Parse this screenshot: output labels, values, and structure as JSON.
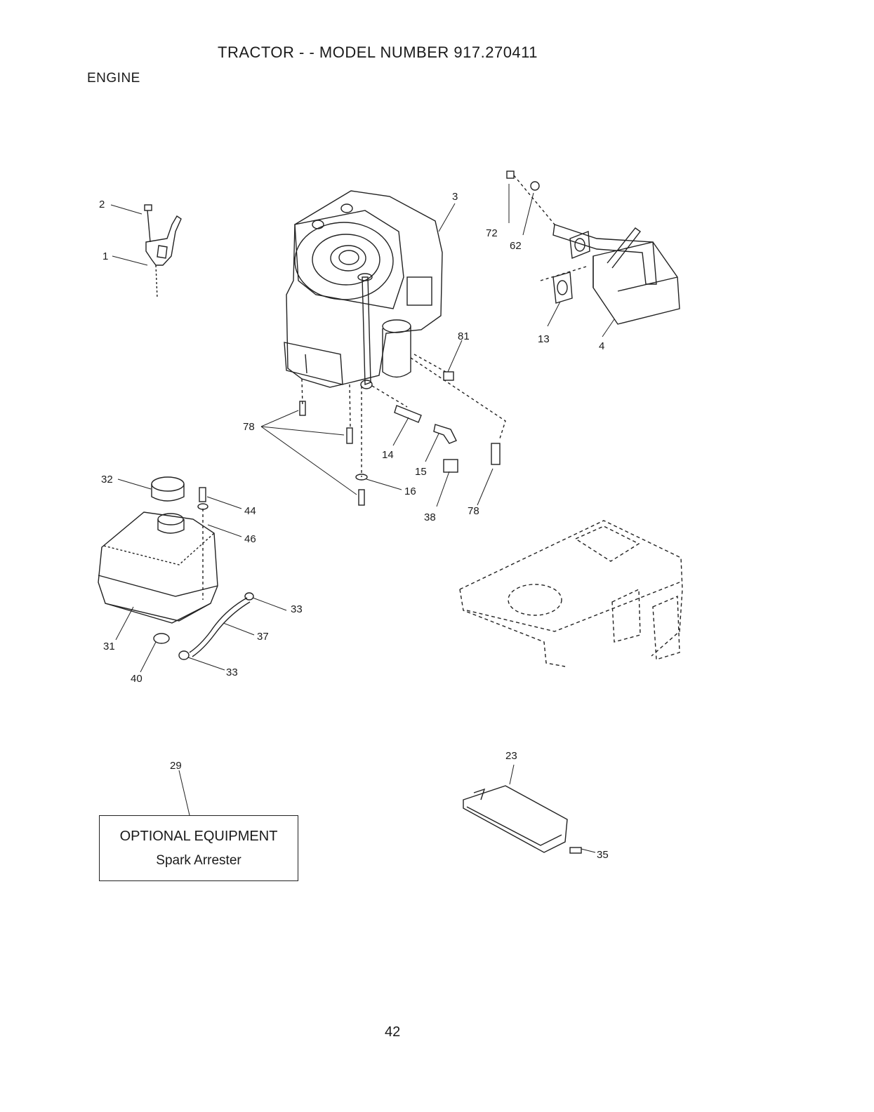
{
  "header": {
    "title": "TRACTOR - - MODEL NUMBER 917.270411",
    "section": "ENGINE"
  },
  "callouts": {
    "c1": "1",
    "c2": "2",
    "c3": "3",
    "c4": "4",
    "c13": "13",
    "c14": "14",
    "c15": "15",
    "c16": "16",
    "c23": "23",
    "c29": "29",
    "c31": "31",
    "c32": "32",
    "c33a": "33",
    "c33b": "33",
    "c35": "35",
    "c37": "37",
    "c38": "38",
    "c40": "40",
    "c44": "44",
    "c46": "46",
    "c62": "62",
    "c72": "72",
    "c78a": "78",
    "c78b": "78",
    "c81": "81"
  },
  "optional_box": {
    "title": "OPTIONAL EQUIPMENT",
    "subtitle": "Spark Arrester"
  },
  "footer": {
    "page_number": "42"
  }
}
